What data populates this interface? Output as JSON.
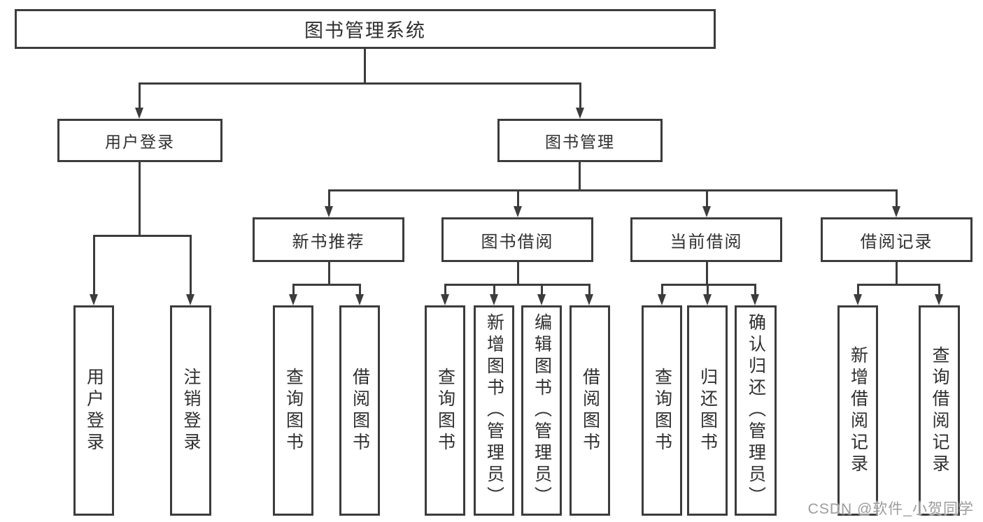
{
  "tree": {
    "root": "图书管理系统",
    "branches": [
      {
        "label": "用户登录",
        "children": [
          "用户登录",
          "注销登录"
        ]
      },
      {
        "label": "图书管理",
        "sections": [
          {
            "label": "新书推荐",
            "children": [
              "查询图书",
              "借阅图书"
            ]
          },
          {
            "label": "图书借阅",
            "children": [
              "查询图书",
              "新增图书（管理员）",
              "编辑图书（管理员）",
              "借阅图书"
            ]
          },
          {
            "label": "当前借阅",
            "children": [
              "查询图书",
              "归还图书",
              "确认归还（管理员）"
            ]
          },
          {
            "label": "借阅记录",
            "children": [
              "新增借阅记录",
              "查询借阅记录"
            ]
          }
        ]
      }
    ]
  },
  "watermark": {
    "text": "CSDN @软件_小贺同学"
  },
  "colors": {
    "line": "#3c3c3c",
    "text": "#2f2f2f",
    "watermark": "#9c9c9c",
    "background": "#ffffff"
  }
}
